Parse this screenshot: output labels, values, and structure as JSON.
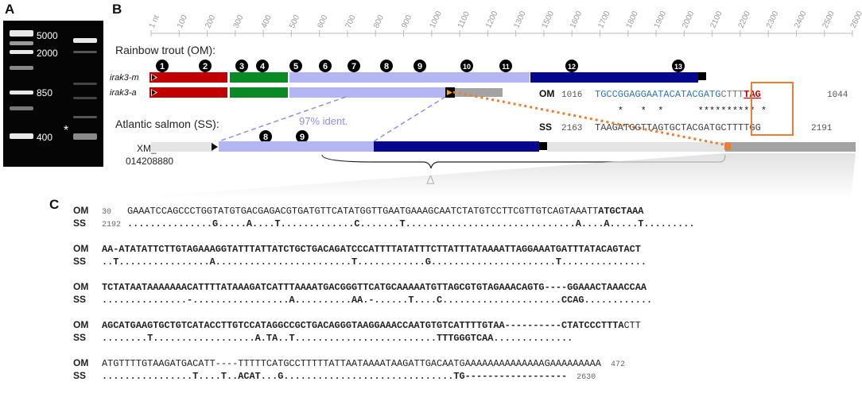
{
  "panels": {
    "a": "A",
    "b": "B",
    "c": "C"
  },
  "gel": {
    "ladder_labels": [
      "5000",
      "2000",
      "850",
      "400"
    ],
    "band_marker": "*"
  },
  "ruler": {
    "ticks": [
      "1 nt",
      "100",
      "200",
      "300",
      "400",
      "500",
      "600",
      "700",
      "800",
      "900",
      "1000",
      "1100",
      "1200",
      "1300",
      "1500",
      "1600",
      "1700",
      "1800",
      "1900",
      "2000",
      "2100",
      "2200",
      "2300",
      "2400",
      "2500",
      "2600"
    ]
  },
  "panel_b": {
    "species_om": "Rainbow trout (OM):",
    "species_ss": "Atlantic salmon (SS):",
    "gene_m": "irak3-m",
    "gene_a": "irak3-a",
    "exon_numbers": [
      "1",
      "2",
      "3",
      "4",
      "5",
      "6",
      "7",
      "8",
      "9",
      "10",
      "11",
      "12",
      "13"
    ],
    "ss_exons": [
      "8",
      "9"
    ],
    "identity": "97% ident.",
    "accession_line1": "XM_",
    "accession_line2": "014208880",
    "delta": "Δ",
    "align": {
      "om_label": "OM",
      "om_start": "1016",
      "om_seq_blue": "TGCCGGAGGAATACATACGATG",
      "om_seq_gray": "CTTT",
      "om_seq_red": "TAG",
      "om_end": "1044",
      "stars": "    *   *  *      ********** *",
      "ss_label": "SS",
      "ss_start": "2163",
      "ss_seq": "TAAGATGGTTAGTGCTACGATGCTTTTGG",
      "ss_end": "2191"
    },
    "colors": {
      "red": "#c00000",
      "green": "#0a8a24",
      "lavender": "#b3b6f2",
      "navy": "#06078c",
      "gray": "#a3a3a3",
      "lightgray": "#e4e4e4",
      "orange": "#ed7d31",
      "blue_text": "#2f75c0"
    }
  },
  "panel_c": {
    "rows": [
      {
        "om_label": "OM",
        "om_num": "30",
        "om_plain": "GAAATCCAGCCCTGGTATGTGACGAGACGTGATGTTCATATGGTTGAATGAAAGCAATCTATGTCCTTCGTTGTCAGTAAATT",
        "om_bold": "ATGCTAAA",
        "om_tail": "",
        "om_end": "",
        "ss_label": "SS",
        "ss_num": "2192",
        "ss_seq": "...............G.....A....T.............C.......T..............................A....A.....T.........",
        "ss_end": ""
      },
      {
        "om_label": "OM",
        "om_num": "",
        "om_plain": "",
        "om_bold": "AA-ATATATTCTTGTAGAAAGGTATTTATTATCTGCTGACAGATCCCATTTTATATTTCTTATTTATAAAATTAGGAAATGATTTATACAGTACT",
        "om_tail": "",
        "om_end": "",
        "ss_label": "SS",
        "ss_num": "",
        "ss_seq": "..T................A........................T............G......................T...............",
        "ss_end": ""
      },
      {
        "om_label": "OM",
        "om_num": "",
        "om_plain": "",
        "om_bold": "TCTATAATAAAAAAACATTTTATAAAGATCATTTAAAATGACGGGTTCATGCAAAAATGTTAGCGTGTAGAAACAGTG----GGAAACTAAACCAA",
        "om_tail": "",
        "om_end": "",
        "ss_label": "SS",
        "ss_num": "",
        "ss_seq": "...............-.................A..........AA.-......T....C.....................CCAG............",
        "ss_end": ""
      },
      {
        "om_label": "OM",
        "om_num": "",
        "om_plain": "",
        "om_bold": "AGCATGAAGTGCTGTCATACCTTGTCCATAGGCCGCTGACAGGGTAAGGAAACCAATGTGTCATTTTGTAA----------CTATCCCTTTA",
        "om_tail": "CTT",
        "om_end": "",
        "ss_label": "SS",
        "ss_num": "",
        "ss_seq": "........T..................A.TA..T.........................TTTGGGTCAA..............",
        "ss_end": ""
      },
      {
        "om_label": "OM",
        "om_num": "",
        "om_plain": "ATGTTTTGTAAGATGACATT----TTTTTCATGCCTTTTTATTAATAAAATAAGATTGACAATGAAAAAAAAAAAAAAGAAAAAAAAA",
        "om_bold": "",
        "om_tail": "",
        "om_end": "472",
        "ss_label": "SS",
        "ss_num": "",
        "ss_seq": "................T....T..ACAT...G..............................TG------------------",
        "ss_end": "2630"
      }
    ]
  }
}
